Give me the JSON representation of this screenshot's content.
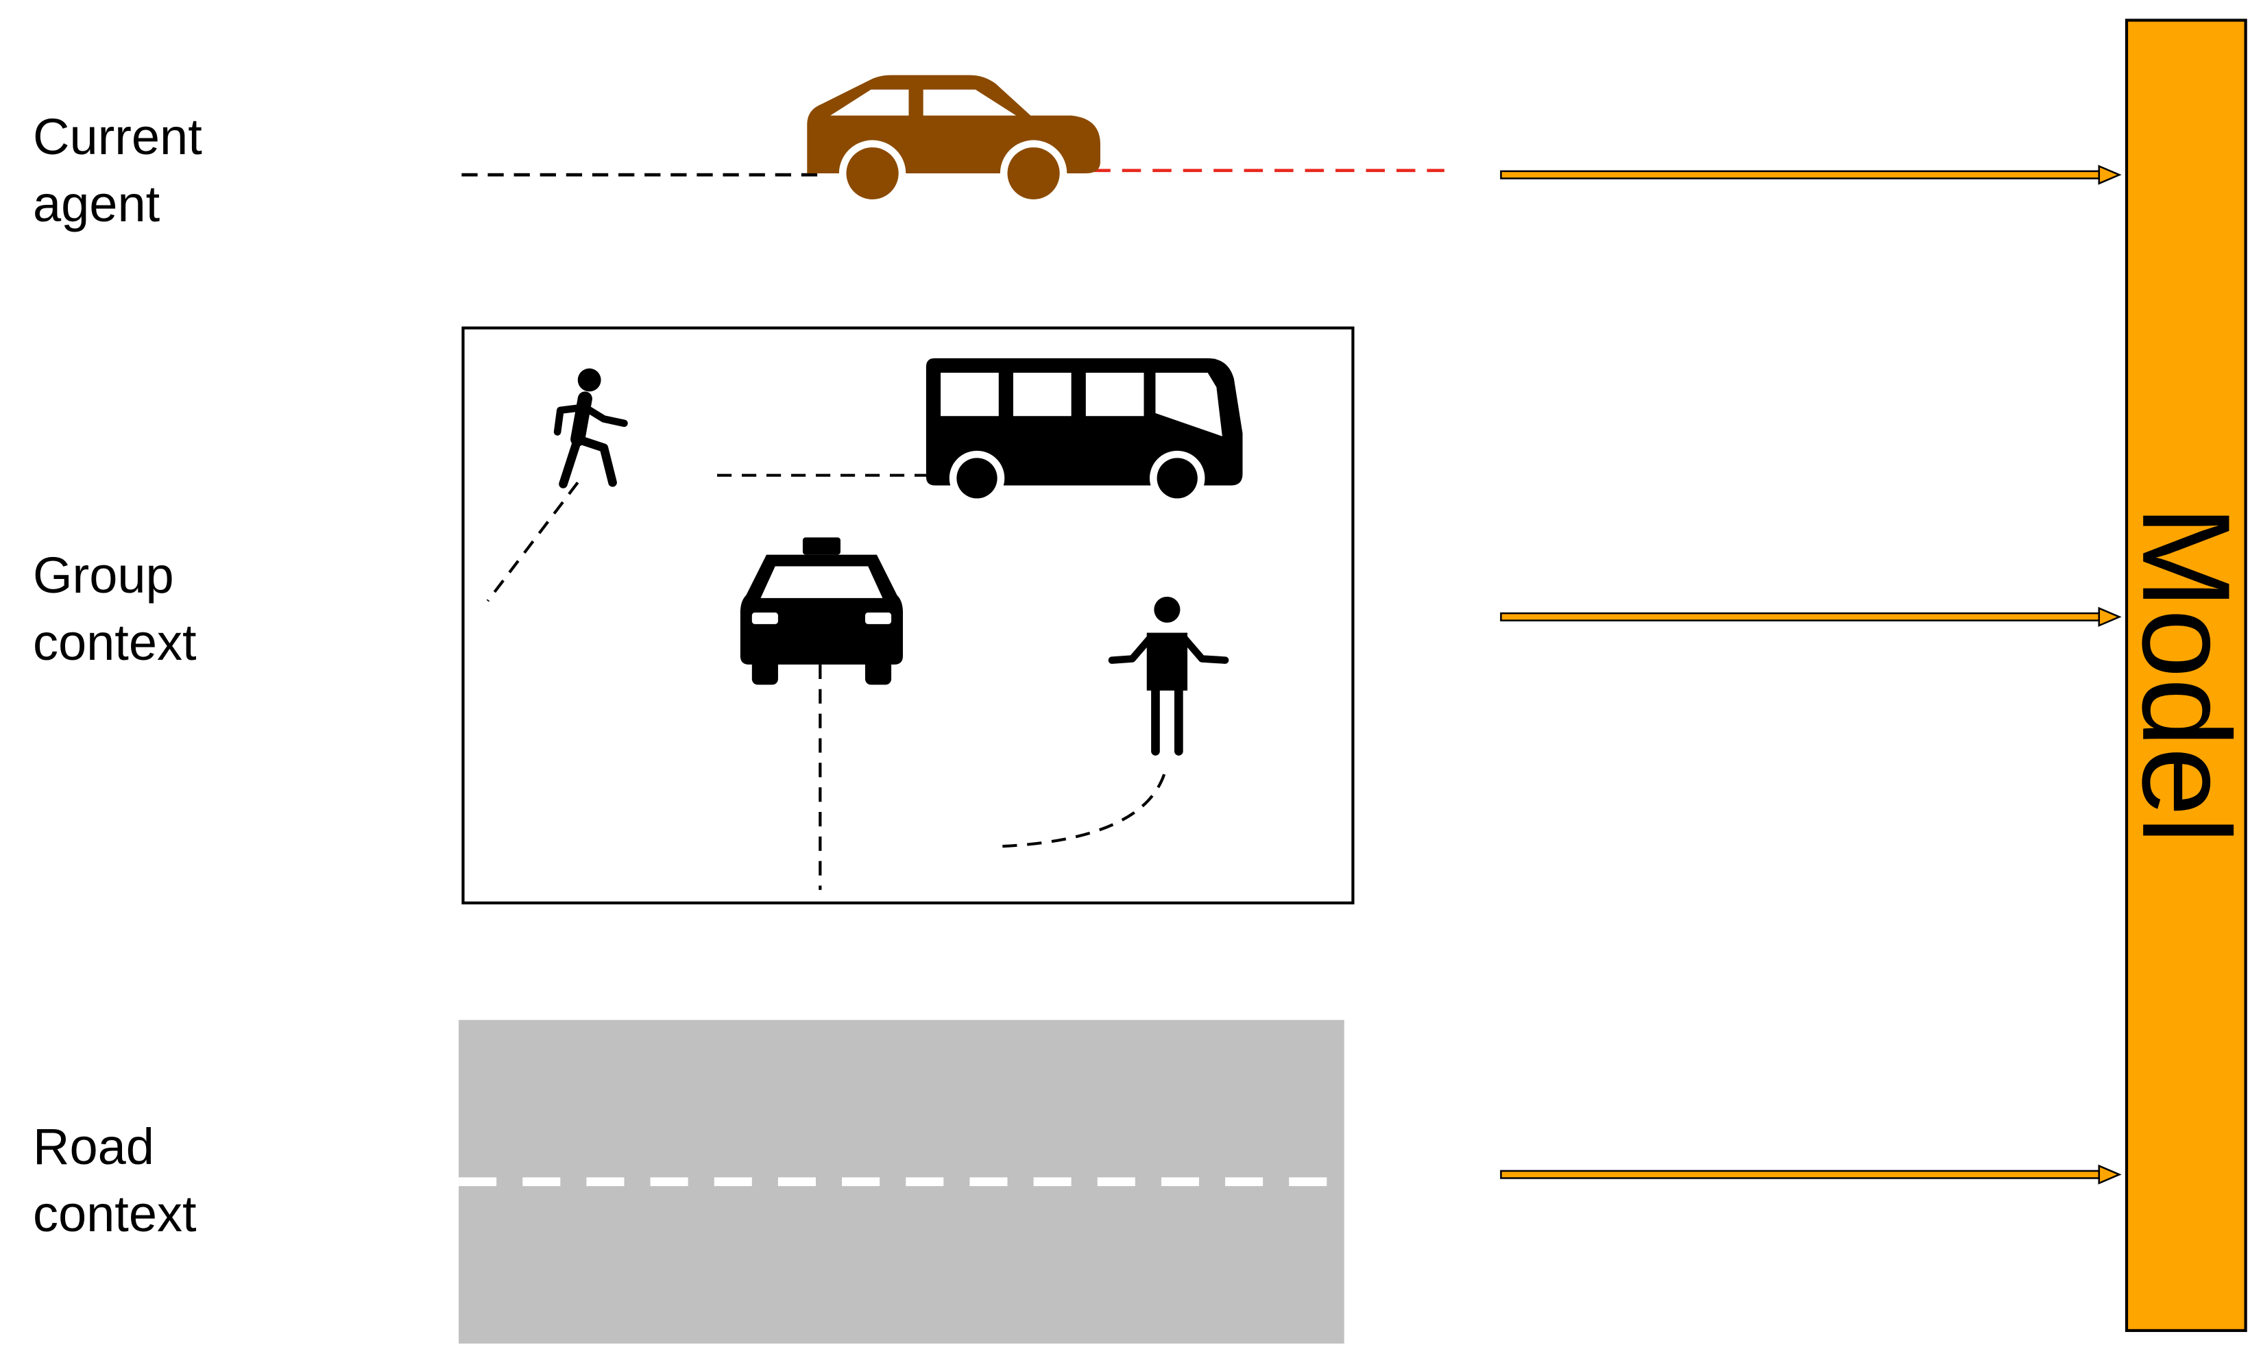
{
  "rows": {
    "current_agent": {
      "line1": "Current",
      "line2": "agent"
    },
    "group_context": {
      "line1": "Group",
      "line2": "context"
    },
    "road_context": {
      "line1": "Road",
      "line2": "context"
    }
  },
  "model": {
    "label": "Model"
  },
  "colors": {
    "agent_car": "#8B4A00",
    "future_trajectory": "#E8281E",
    "past_trajectory": "#000000",
    "model_block": "#FFA500",
    "arrow_fill": "#FFA500",
    "road": "#C0C0C0",
    "lane_marking": "#FFFFFF"
  },
  "icons": {
    "agent": "car-icon",
    "group": [
      "pedestrian-walking-icon",
      "bus-icon",
      "taxi-icon",
      "person-standing-icon"
    ]
  }
}
